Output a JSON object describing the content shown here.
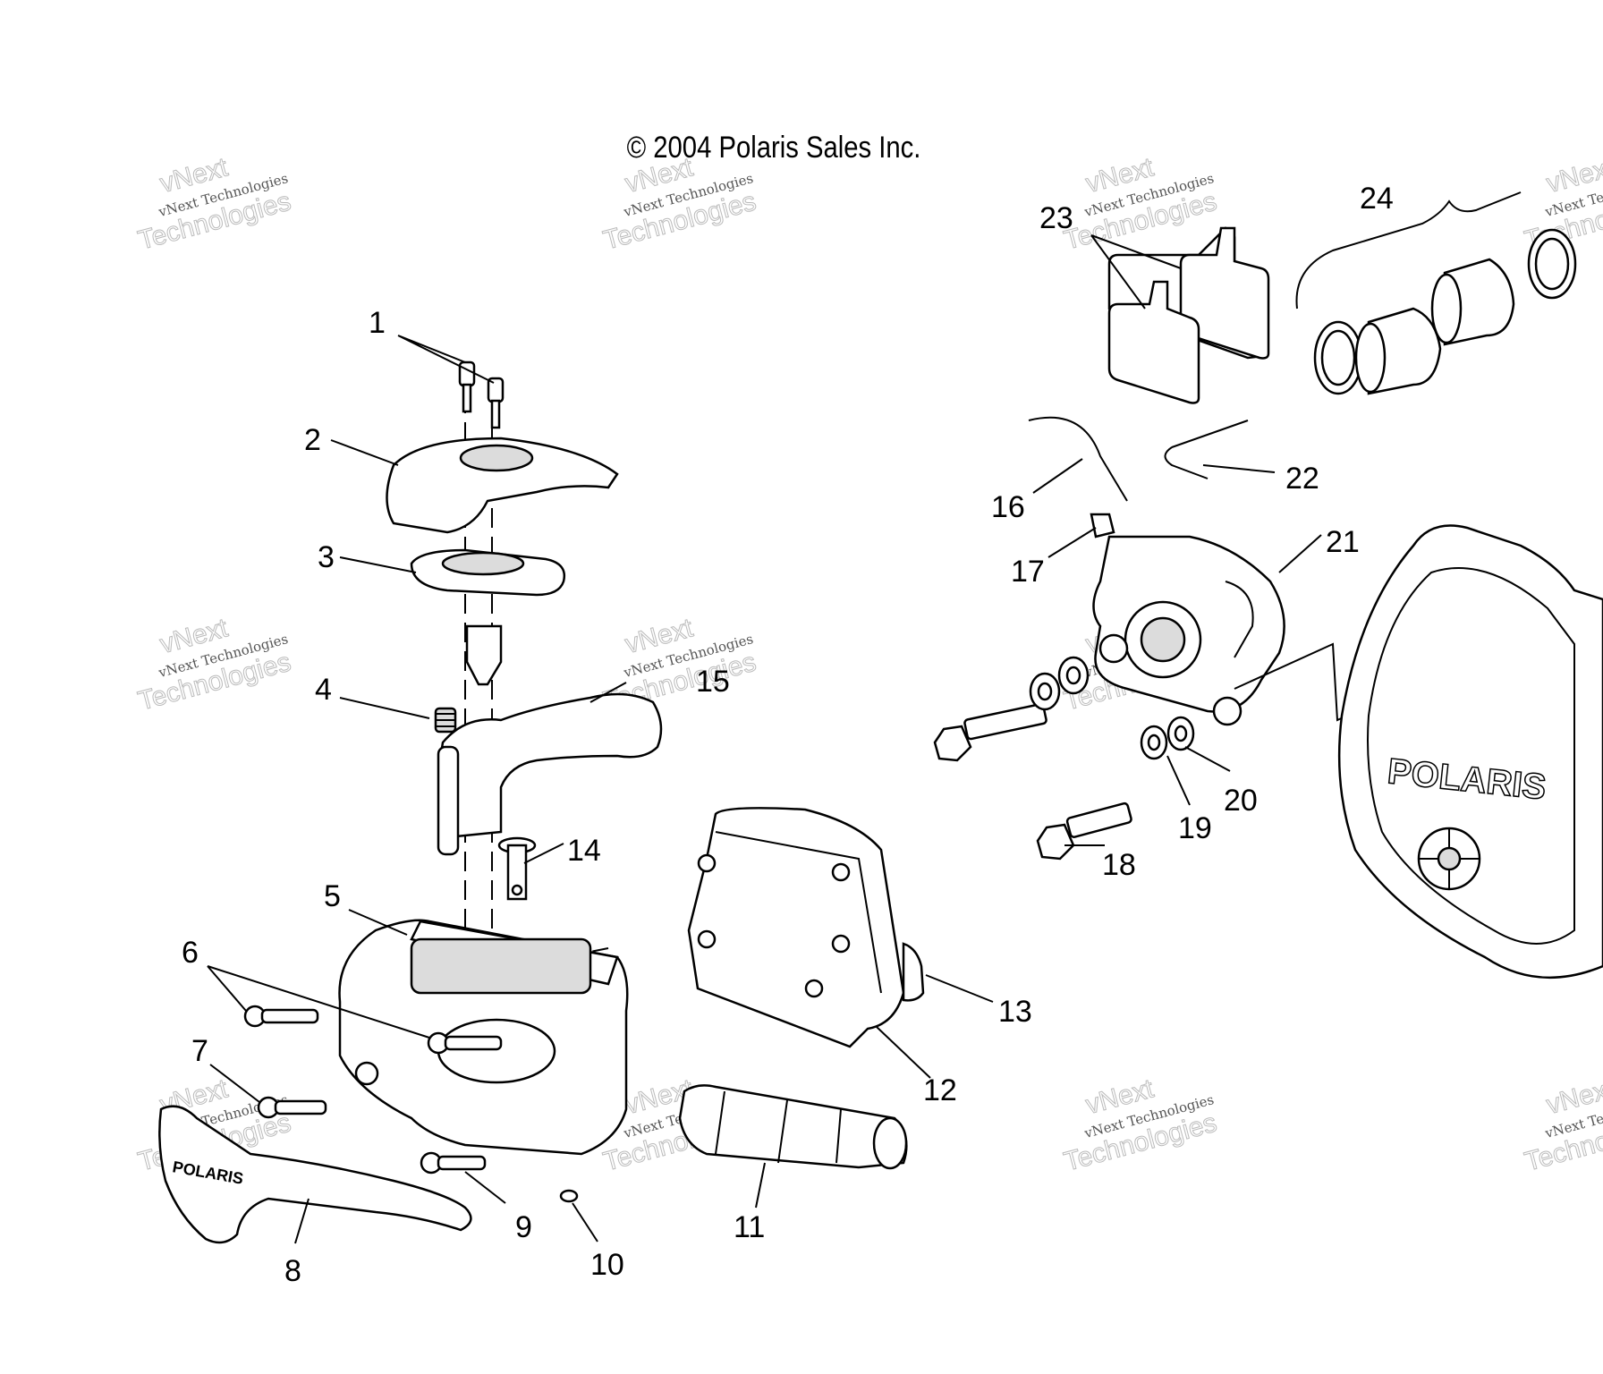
{
  "copyright": "© 2004 Polaris Sales Inc.",
  "watermark": {
    "line1": "vNext Technologies",
    "line2": "vNext",
    "line3": "Technologies"
  },
  "brand_logo": "POLARIS",
  "lever_logo": "POLARIS",
  "callouts": [
    "1",
    "2",
    "3",
    "4",
    "5",
    "6",
    "7",
    "8",
    "9",
    "10",
    "11",
    "12",
    "13",
    "14",
    "15",
    "16",
    "17",
    "18",
    "19",
    "20",
    "21",
    "22",
    "23",
    "24"
  ]
}
